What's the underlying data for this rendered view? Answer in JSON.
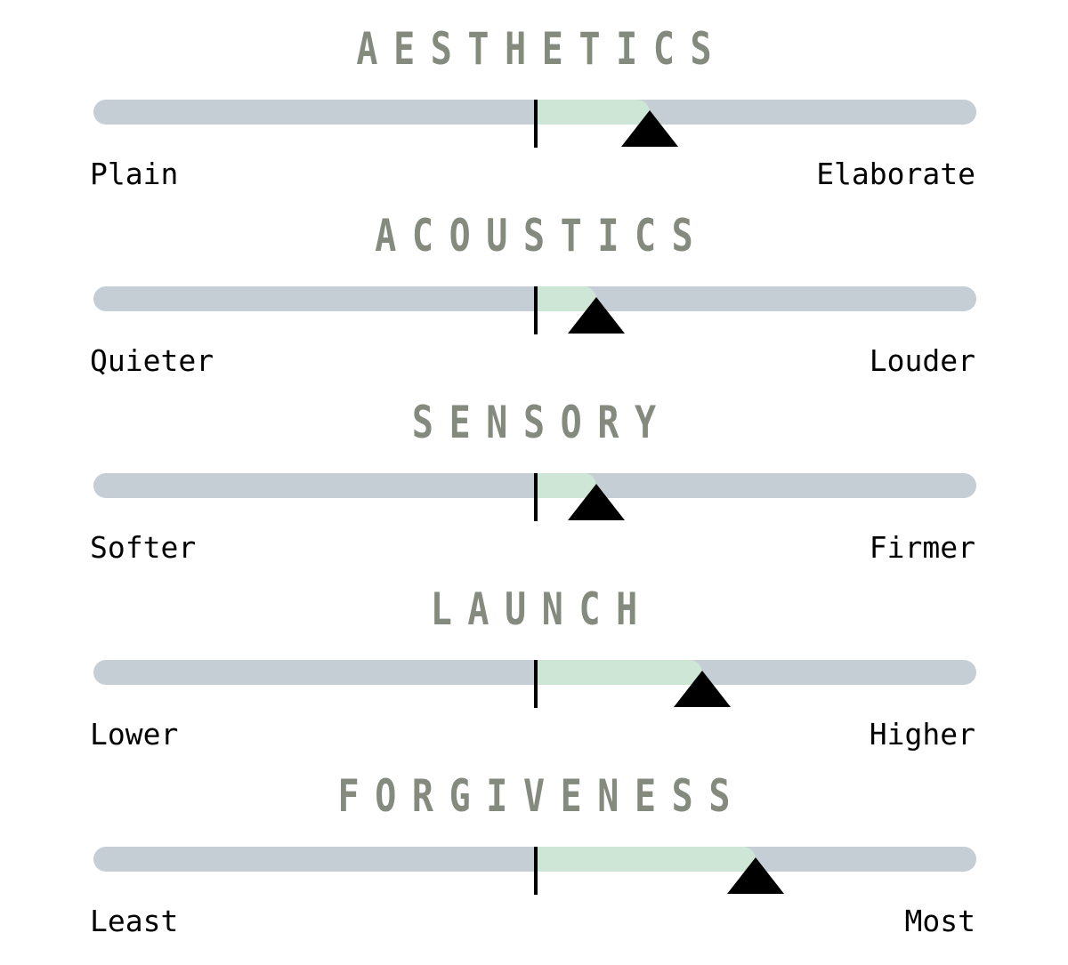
{
  "colors": {
    "title": "#858a7e",
    "track": "#c5cdd5",
    "fill": "#cde6d5",
    "marker": "#000000"
  },
  "scales": [
    {
      "title": "AESTHETICS",
      "left_label": "Plain",
      "right_label": "Elaborate",
      "value": 0.63
    },
    {
      "title": "ACOUSTICS",
      "left_label": "Quieter",
      "right_label": "Louder",
      "value": 0.57
    },
    {
      "title": "SENSORY",
      "left_label": "Softer",
      "right_label": "Firmer",
      "value": 0.57
    },
    {
      "title": "LAUNCH",
      "left_label": "Lower",
      "right_label": "Higher",
      "value": 0.69
    },
    {
      "title": "FORGIVENESS",
      "left_label": "Least",
      "right_label": "Most",
      "value": 0.75
    }
  ]
}
